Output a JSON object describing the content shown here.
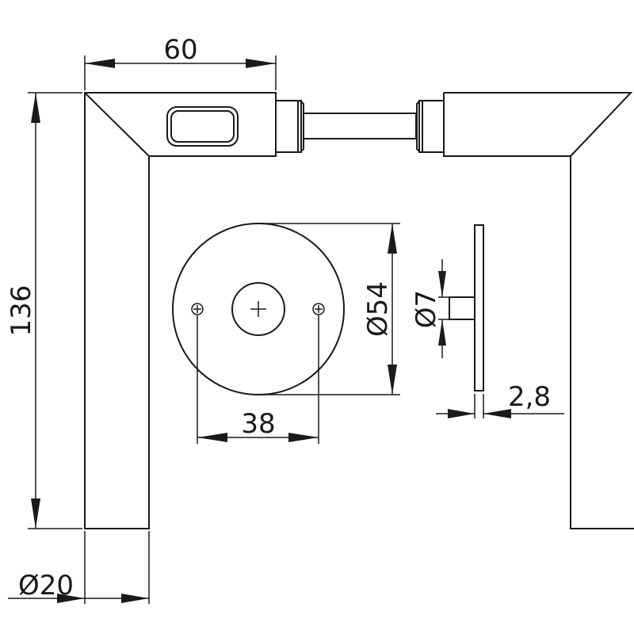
{
  "drawing": {
    "dimensions": {
      "handle_length": "60",
      "handle_height": "136",
      "handle_diameter": "Ø20",
      "rose_diameter": "Ø54",
      "screw_spacing": "38",
      "stem_diameter": "Ø7",
      "rose_thickness": "2,8"
    },
    "line_color": "#1a1a1a",
    "background": "#ffffff"
  }
}
